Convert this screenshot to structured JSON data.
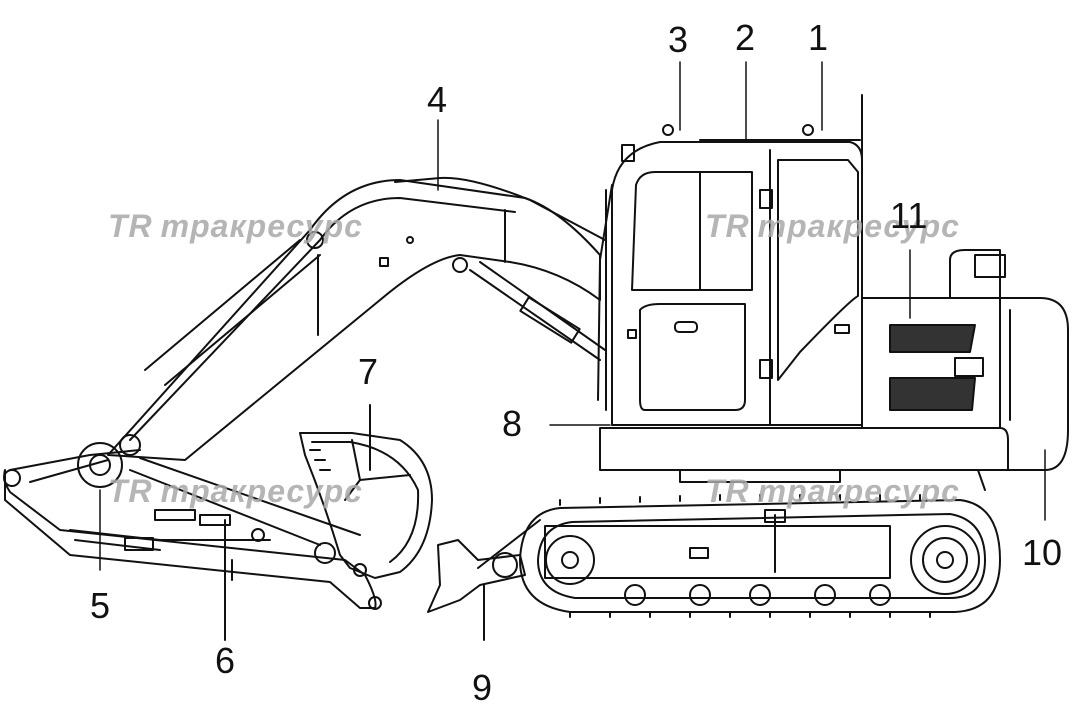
{
  "callouts": [
    "1",
    "2",
    "3",
    "4",
    "5",
    "6",
    "7",
    "8",
    "9",
    "10",
    "11"
  ],
  "watermark": {
    "logo": "TR",
    "text": "тракресурс"
  },
  "colors": {
    "line": "#111111",
    "watermark": "#a9a9a9",
    "background": "#ffffff"
  }
}
